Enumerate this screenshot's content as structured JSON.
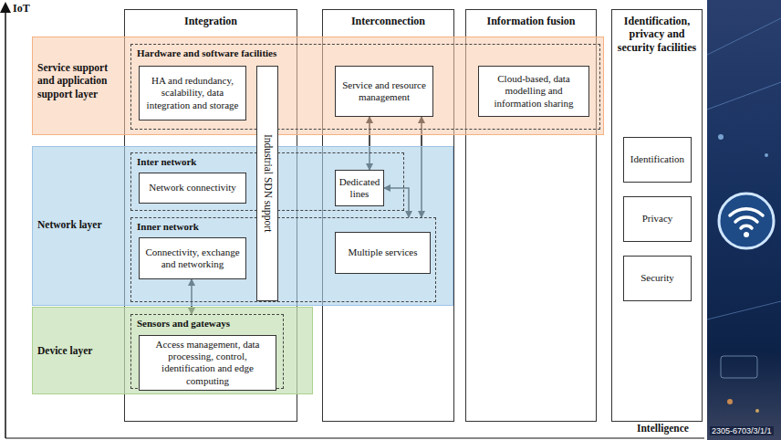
{
  "diagram": {
    "nodes": [
      {
        "text": [
          "Integration"
        ]
      },
      {
        "text": [
          "Interconnection"
        ]
      },
      {
        "text": [
          "Information fusion"
        ]
      },
      {
        "text": [
          "Identification, privacy and security facilities"
        ]
      },
      {
        "text": [
          "Identification"
        ],
        "in": 3
      },
      {
        "text": [
          "Privacy"
        ],
        "in": 3
      },
      {
        "text": [
          "Security"
        ],
        "in": 3
      },
      {
        "text": [
          "Service support and application support layer"
        ]
      },
      {
        "text": [
          "Hardware and software facilities"
        ],
        "in": 7
      },
      {
        "text": [
          "HA and redundancy, scalability, data integration and storage"
        ],
        "in": 8
      },
      {
        "text": [
          "Service and resource management"
        ],
        "in": 8
      },
      {
        "text": [
          "Cloud-based, data modelling and information sharing"
        ],
        "in": 8
      },
      {
        "text": [
          "Network layer"
        ]
      },
      {
        "text": [
          "Inter network"
        ],
        "in": 12
      },
      {
        "text": [
          "Network connectivity"
        ],
        "in": 13
      },
      {
        "text": [
          "Dedicated lines"
        ],
        "in": 13
      },
      {
        "text": [
          "Inner network"
        ],
        "in": 12
      },
      {
        "text": [
          "Connectivity, exchange and networking"
        ],
        "in": 16
      },
      {
        "text": [
          "Multiple services"
        ],
        "in": 16
      },
      {
        "text": [
          "Industrial SDN support"
        ]
      },
      {
        "text": [
          "Device layer"
        ]
      },
      {
        "text": [
          "Sensors and gateways"
        ],
        "in": 20
      },
      {
        "text": [
          "Access management, data processing, control, identification and edge computing"
        ],
        "in": 21
      }
    ],
    "edges": [
      {
        "from": 10,
        "to": 15,
        "arrow": "both"
      },
      {
        "from": 15,
        "to": 16,
        "arrow": "both"
      },
      {
        "from": 10,
        "to": 16,
        "arrow": "both"
      },
      {
        "from": 17,
        "to": 21,
        "arrow": "both"
      }
    ],
    "labels": [
      "IoT",
      "Intelligence",
      "2305-6703/3/1/1"
    ]
  }
}
